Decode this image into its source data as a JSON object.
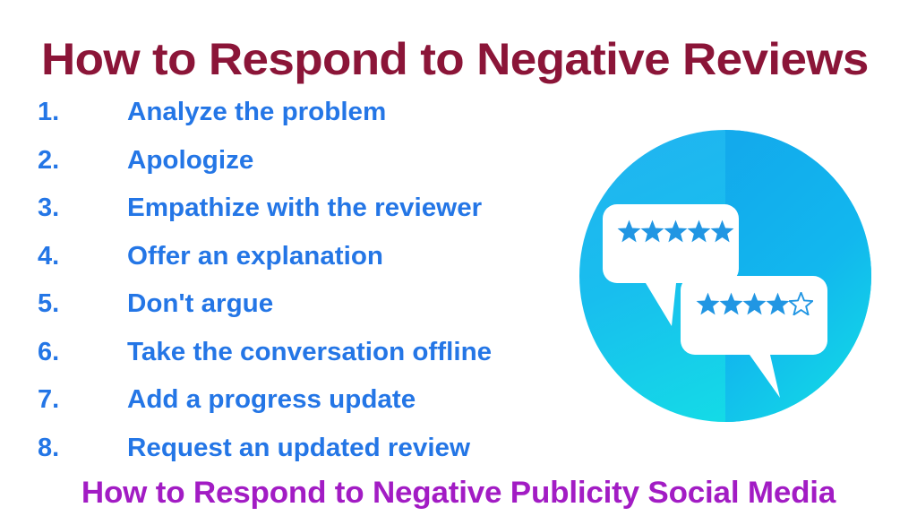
{
  "page": {
    "background_color": "#FFFFFF",
    "title": "How to Respond to Negative Reviews",
    "title_color": "#8B1538",
    "caption": "How to Respond to Negative Publicity Social Media",
    "caption_color": "#A21CC4",
    "list_color": "#2476E6"
  },
  "steps": [
    {
      "number": "1.",
      "label": "Analyze the problem"
    },
    {
      "number": "2.",
      "label": "Apologize"
    },
    {
      "number": "3.",
      "label": "Empathize with the reviewer"
    },
    {
      "number": "4.",
      "label": "Offer an explanation"
    },
    {
      "number": "5.",
      "label": "Don't argue"
    },
    {
      "number": "6.",
      "label": "Take the conversation offline"
    },
    {
      "number": "7.",
      "label": "Add a progress update"
    },
    {
      "number": "8.",
      "label": "Request an updated review"
    }
  ],
  "illustration": {
    "name": "review-rating-illustration",
    "circle_gradient_from": "#19B9F0",
    "circle_gradient_to": "#14D6E8",
    "circle_accent": "#0FA8E8",
    "bubble_color": "#FFFFFF",
    "star_color": "#2196E3",
    "bubbles": [
      {
        "name": "five-star-review-bubble",
        "stars_filled": 5,
        "stars_total": 5
      },
      {
        "name": "four-star-review-bubble",
        "stars_filled": 4,
        "stars_total": 5
      }
    ]
  }
}
